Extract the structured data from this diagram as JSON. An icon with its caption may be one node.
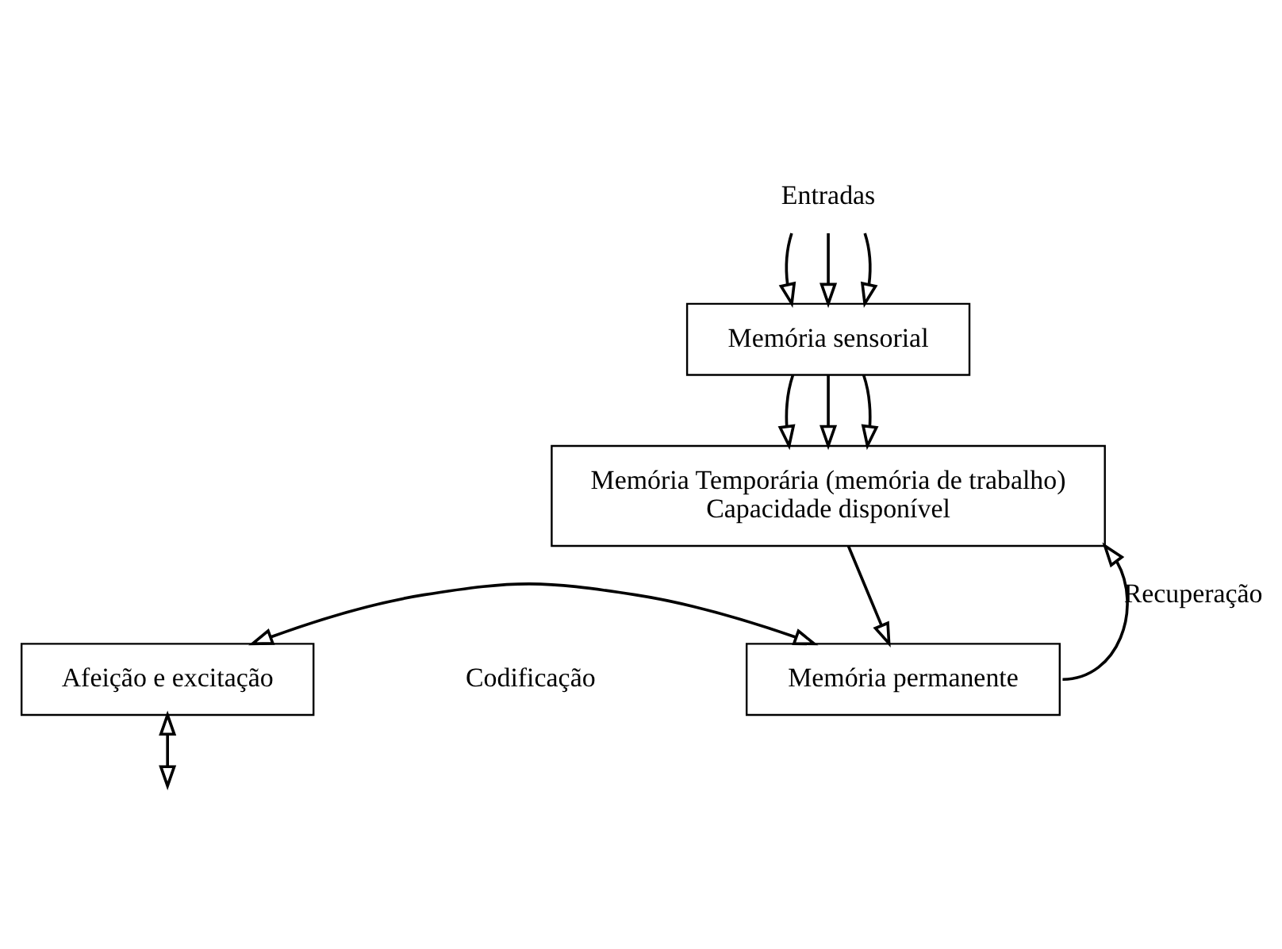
{
  "diagram": {
    "nodes": [
      {
        "text": [
          "Entradas"
        ]
      },
      {
        "text": [
          "Memória sensorial"
        ]
      },
      {
        "text": [
          "Memória Temporária (memória de trabalho)",
          "Capacidade disponível"
        ]
      },
      {
        "text": [
          "Memória permanente"
        ]
      },
      {
        "text": [
          "Afeição e excitação"
        ]
      }
    ],
    "edges": [
      {
        "from": 0,
        "to": 1,
        "arrow": "to"
      },
      {
        "from": 0,
        "to": 1,
        "arrow": "to"
      },
      {
        "from": 0,
        "to": 1,
        "arrow": "to"
      },
      {
        "from": 1,
        "to": 2,
        "arrow": "to"
      },
      {
        "from": 1,
        "to": 2,
        "arrow": "to"
      },
      {
        "from": 1,
        "to": 2,
        "arrow": "to"
      },
      {
        "from": 2,
        "to": 3,
        "arrow": "to"
      },
      {
        "from": 3,
        "to": 2,
        "arrow": "to",
        "label": "Recuperação"
      },
      {
        "from": 4,
        "to": null,
        "arrow": "both"
      },
      {
        "from": 4,
        "to": 3,
        "arrow": "both"
      }
    ],
    "labels": [
      "Codificação"
    ]
  }
}
